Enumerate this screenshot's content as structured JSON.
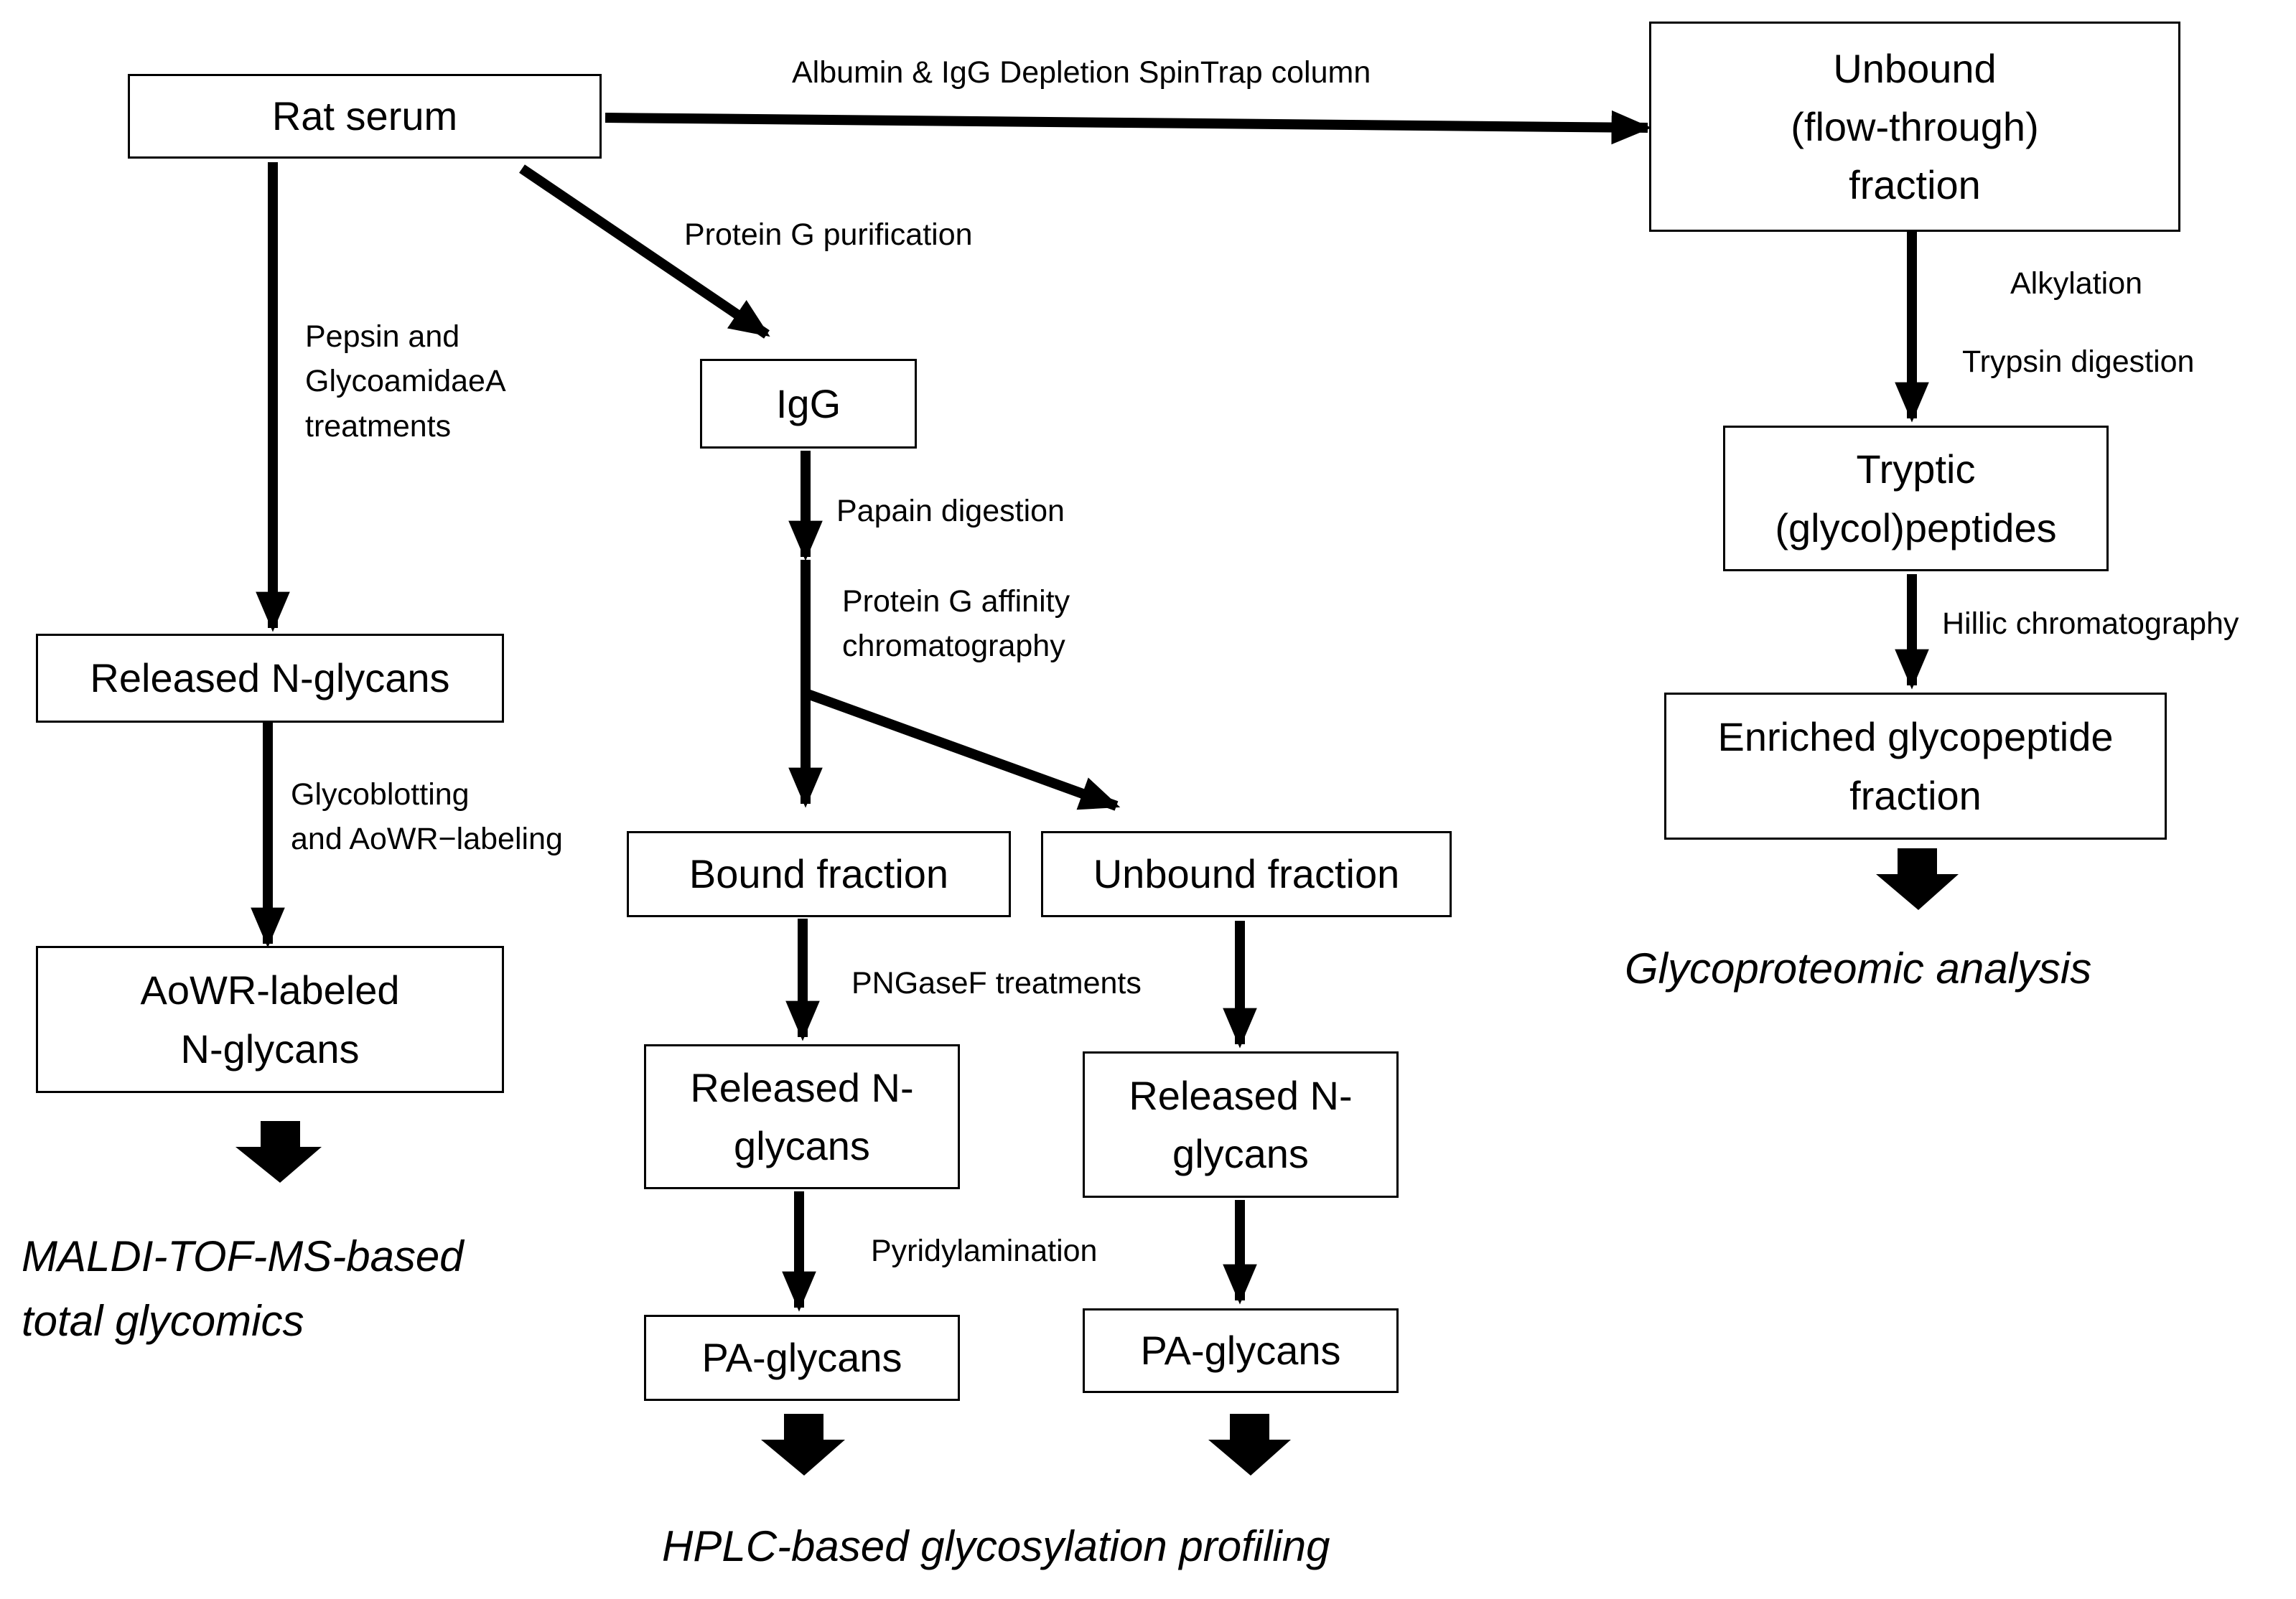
{
  "boxes": {
    "rat_serum": "Rat serum",
    "unbound_flow": "Unbound\n(flow-through)\nfraction",
    "igg": "IgG",
    "released_total": "Released N-glycans",
    "aowr_labeled": "AoWR-labeled\nN-glycans",
    "bound_fraction": "Bound fraction",
    "unbound_fraction": "Unbound fraction",
    "released_bound": "Released N-\nglycans",
    "released_unbound": "Released N-\nglycans",
    "pa_bound": "PA-glycans",
    "pa_unbound": "PA-glycans",
    "tryptic": "Tryptic\n(glycol)peptides",
    "enriched": "Enriched glycopeptide\nfraction"
  },
  "labels": {
    "depletion": "Albumin & IgG Depletion SpinTrap column",
    "protein_g_purification": "Protein G  purification",
    "pepsin": "Pepsin and\nGlycoamidaeA\ntreatments",
    "papain": "Papain digestion",
    "protein_g_affinity": "Protein G affinity\nchromatography",
    "glycoblotting": "Glycoblotting\nand AoWR−labeling",
    "pngasef": "PNGaseF treatments",
    "pyridylamination": "Pyridylamination",
    "alkylation": "Alkylation",
    "trypsin": "Trypsin digestion",
    "hillic": "Hillic chromatography"
  },
  "outcomes": {
    "maldi": "MALDI-TOF-MS-based\ntotal glycomics",
    "hplc": "HPLC-based glycosylation profiling",
    "glycoproteomic": "Glycoproteomic analysis"
  }
}
